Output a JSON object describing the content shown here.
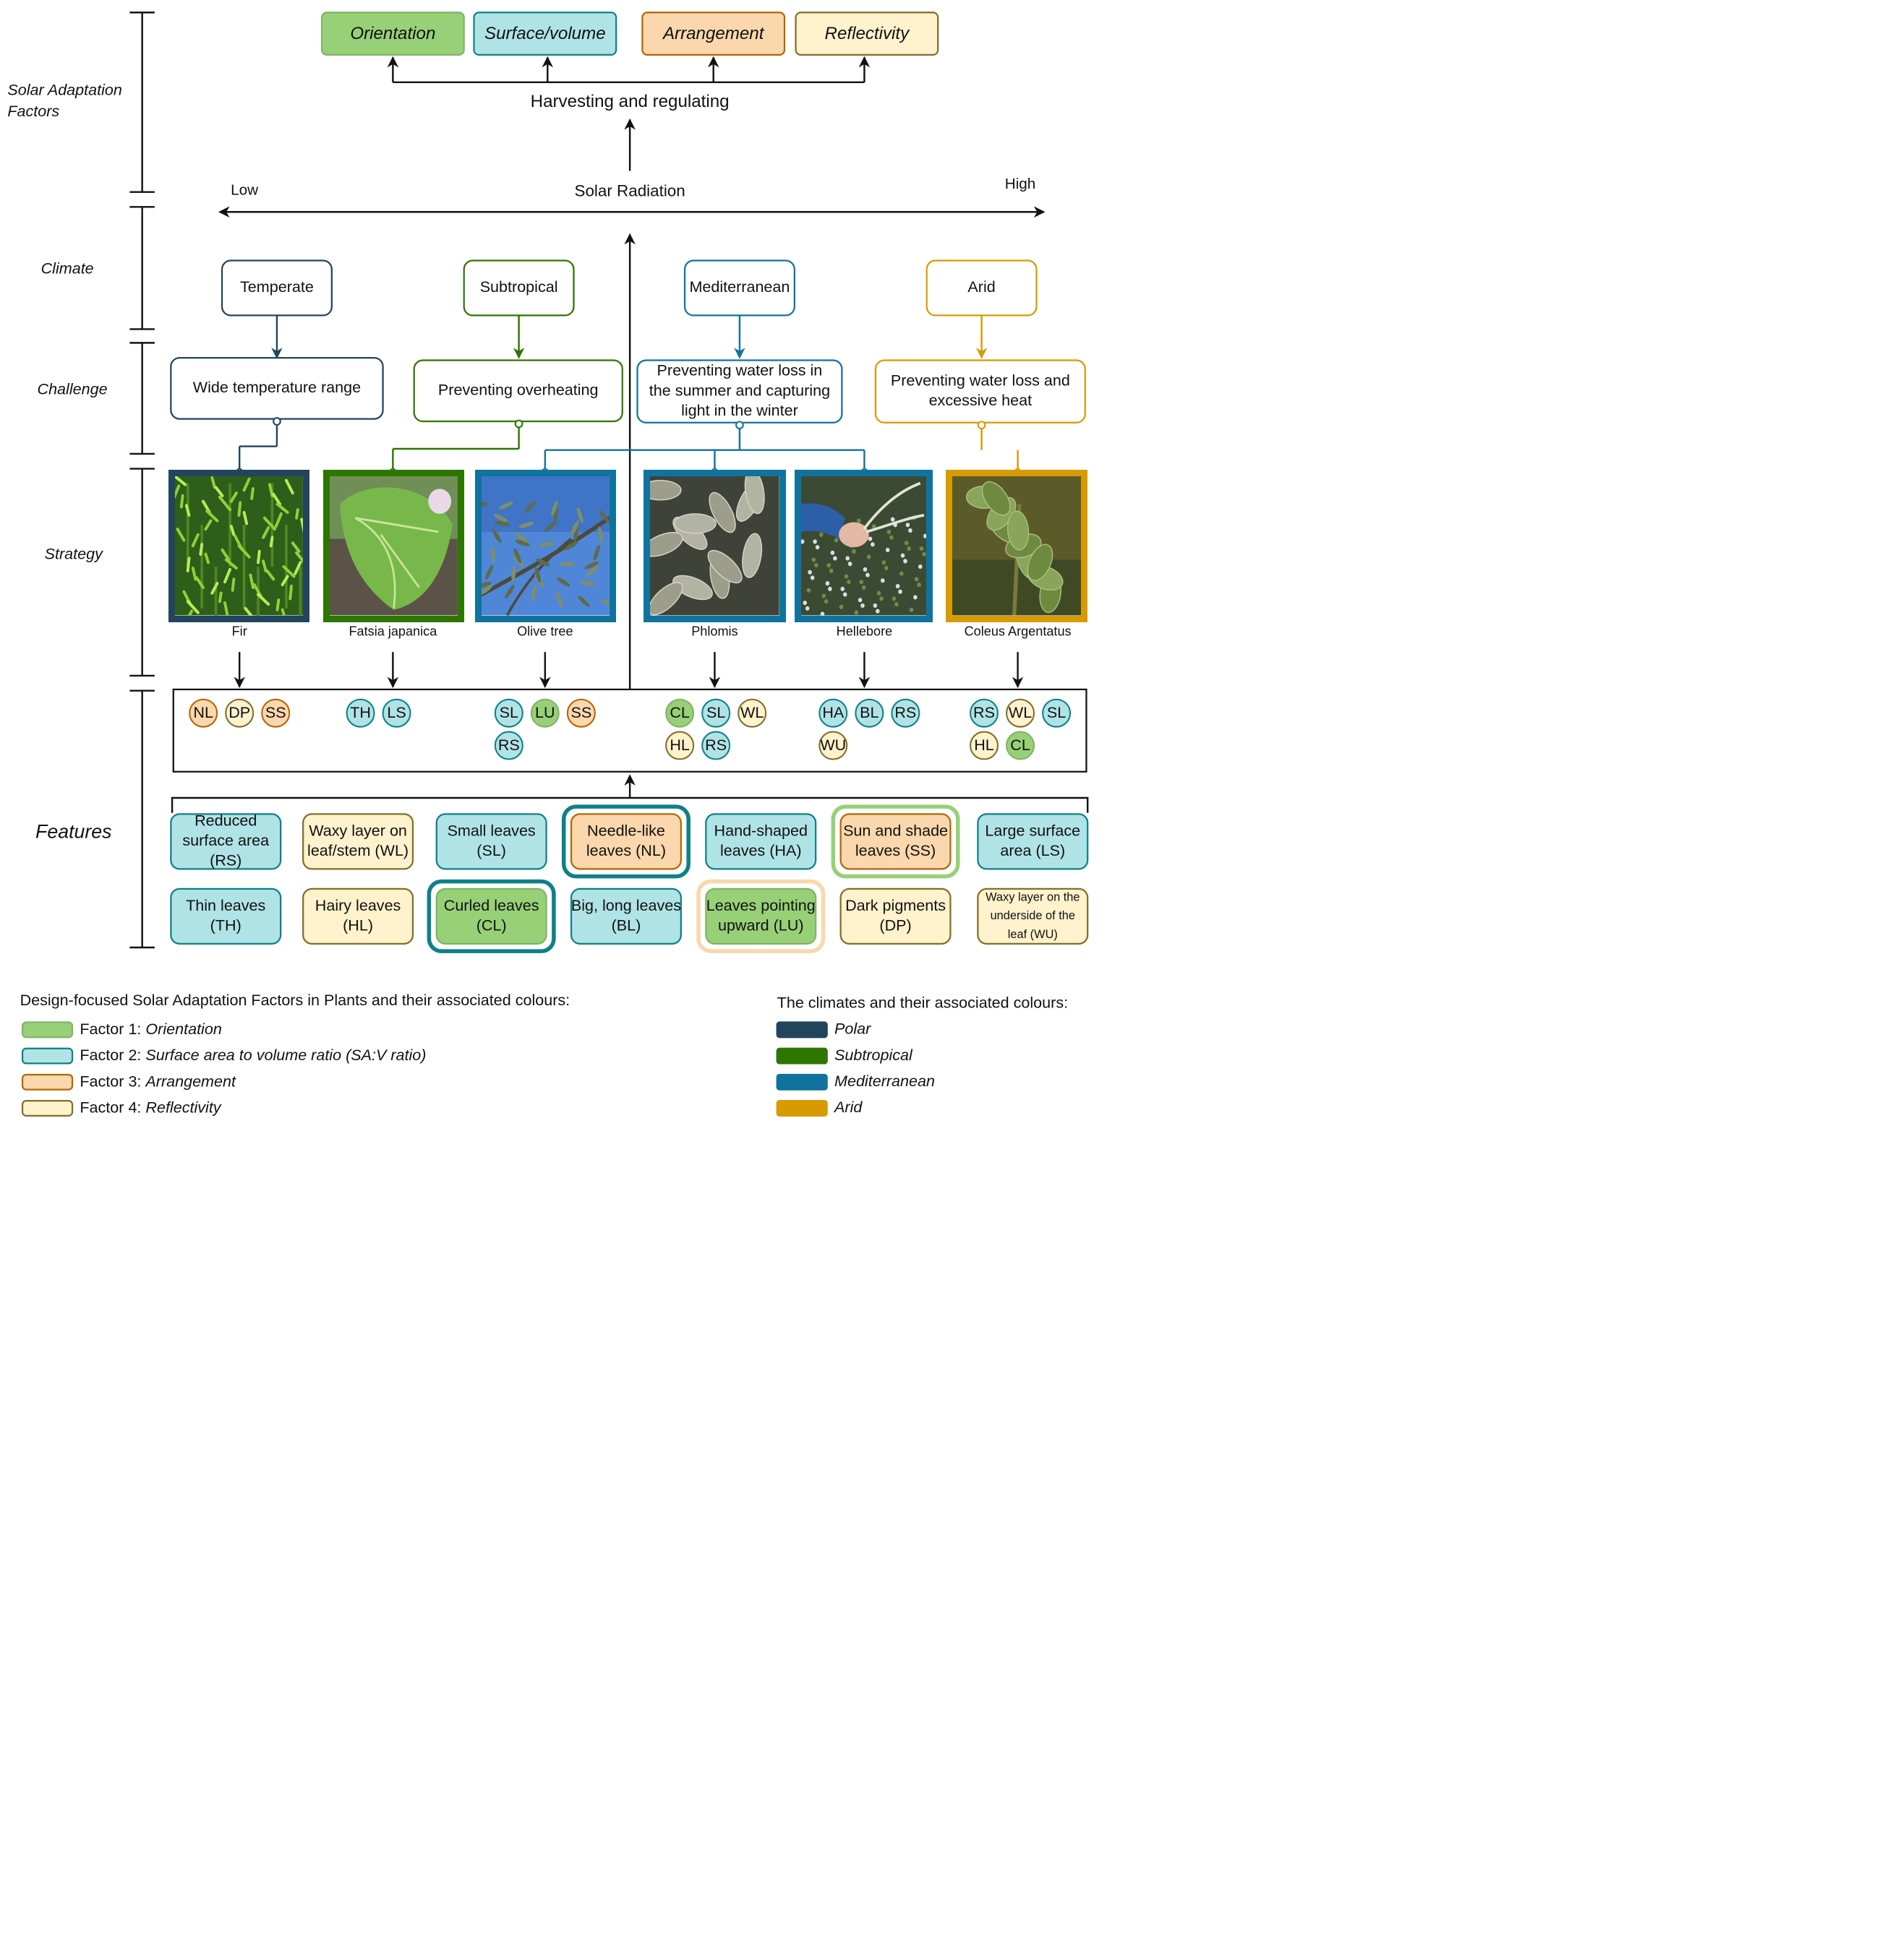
{
  "levels": [
    "Solar Adaptation Factors",
    "Climate",
    "Challenge",
    "Strategy",
    "Features"
  ],
  "factors": [
    {
      "label": "Orientation",
      "fill": "#97d077",
      "stroke": "#82b366"
    },
    {
      "label": "Surface/volume",
      "fill": "#b0e3e6",
      "stroke": "#0e8088"
    },
    {
      "label": "Arrangement",
      "fill": "#fad7ac",
      "stroke": "#b46504"
    },
    {
      "label": "Reflectivity",
      "fill": "#fff2cc",
      "stroke": "#7f6f2a"
    }
  ],
  "harvesting_label": "Harvesting and regulating",
  "radiation": {
    "label": "Solar Radiation",
    "low": "Low",
    "high": "High"
  },
  "climates": [
    {
      "label": "Temperate",
      "color": "#23445d"
    },
    {
      "label": "Subtropical",
      "color": "#2d7600"
    },
    {
      "label": "Mediterranean",
      "color": "#10739e"
    },
    {
      "label": "Arid",
      "color": "#d79b00"
    }
  ],
  "challenges": [
    {
      "lines": [
        "Wide temperature range"
      ],
      "color": "#23445d"
    },
    {
      "lines": [
        "Preventing overheating"
      ],
      "color": "#2d7600"
    },
    {
      "lines": [
        "Preventing water loss in",
        "the summer and capturing",
        "light in the winter"
      ],
      "color": "#10739e"
    },
    {
      "lines": [
        "Preventing water loss and",
        "excessive heat"
      ],
      "color": "#d79b00"
    }
  ],
  "plants": [
    {
      "name": "Fir",
      "frame": "#23445d",
      "image": "fir-photo",
      "features": [
        "NL",
        "DP",
        "SS"
      ]
    },
    {
      "name": "Fatsia japanica",
      "frame": "#2d7600",
      "image": "fatsia-photo",
      "features": [
        "TH",
        "LS"
      ]
    },
    {
      "name": "Olive tree",
      "frame": "#10739e",
      "image": "olive-photo",
      "features": [
        "SL",
        "LU",
        "SS",
        "RS"
      ]
    },
    {
      "name": "Phlomis",
      "frame": "#10739e",
      "image": "phlomis-photo",
      "features": [
        "CL",
        "SL",
        "WL",
        "HL",
        "RS"
      ]
    },
    {
      "name": "Hellebore",
      "frame": "#10739e",
      "image": "hellebore-photo",
      "features": [
        "HA",
        "BL",
        "RS",
        "WU"
      ]
    },
    {
      "name": "Coleus Argentatus",
      "frame": "#d79b00",
      "image": "coleus-photo",
      "features": [
        "RS",
        "WL",
        "SL",
        "HL",
        "CL"
      ]
    }
  ],
  "feature_factor": {
    "NL": 2,
    "SS": 2,
    "DP": 3,
    "WL": 3,
    "HL": 3,
    "WU": 3,
    "LU": 0,
    "CL": 0,
    "TH": 1,
    "LS": 1,
    "SL": 1,
    "RS": 1,
    "HA": 1,
    "BL": 1
  },
  "feature_cards": [
    {
      "lines": [
        "Reduced",
        "surface area",
        "(RS)"
      ],
      "factor": 1,
      "outline": ""
    },
    {
      "lines": [
        "Waxy layer on",
        "leaf/stem (WL)"
      ],
      "factor": 3,
      "outline": ""
    },
    {
      "lines": [
        "Small leaves",
        "(SL)"
      ],
      "factor": 1,
      "outline": ""
    },
    {
      "lines": [
        "Needle-like",
        "leaves (NL)"
      ],
      "factor": 2,
      "outline": "#0e8088"
    },
    {
      "lines": [
        "Hand-shaped",
        "leaves (HA)"
      ],
      "factor": 1,
      "outline": ""
    },
    {
      "lines": [
        "Sun and shade",
        "leaves (SS)"
      ],
      "factor": 2,
      "outline": "#97d077"
    },
    {
      "lines": [
        "Large surface",
        "area (LS)"
      ],
      "factor": 1,
      "outline": ""
    },
    {
      "lines": [
        "Thin leaves",
        "(TH)"
      ],
      "factor": 1,
      "outline": ""
    },
    {
      "lines": [
        "Hairy leaves",
        "(HL)"
      ],
      "factor": 3,
      "outline": ""
    },
    {
      "lines": [
        "Curled leaves",
        "(CL)"
      ],
      "factor": 0,
      "outline": "#0e8088"
    },
    {
      "lines": [
        "Big, long leaves",
        "(BL)"
      ],
      "factor": 1,
      "outline": ""
    },
    {
      "lines": [
        "Leaves pointing",
        "upward (LU)"
      ],
      "factor": 0,
      "outline": "#fad7ac"
    },
    {
      "lines": [
        "Dark pigments",
        "(DP)"
      ],
      "factor": 3,
      "outline": ""
    },
    {
      "lines": [
        "Waxy layer on the",
        "underside of the",
        "leaf (WU)"
      ],
      "factor": 3,
      "outline": ""
    }
  ],
  "legend_factors": {
    "title": "Design-focused Solar Adaptation Factors in Plants and their associated colours:",
    "items": [
      {
        "prefix": "Factor 1: ",
        "name": "Orientation",
        "factor": 0
      },
      {
        "prefix": "Factor 2: ",
        "name": "Surface area to volume ratio (SA:V ratio)",
        "factor": 1
      },
      {
        "prefix": "Factor 3: ",
        "name": "Arrangement",
        "factor": 2
      },
      {
        "prefix": "Factor 4: ",
        "name": "Reflectivity",
        "factor": 3
      }
    ]
  },
  "legend_climates": {
    "title": "The climates and their associated colours:",
    "items": [
      {
        "name": "Polar",
        "color": "#23445d"
      },
      {
        "name": "Subtropical",
        "color": "#2d7600"
      },
      {
        "name": "Mediterranean",
        "color": "#10739e"
      },
      {
        "name": "Arid",
        "color": "#d79b00"
      }
    ]
  }
}
